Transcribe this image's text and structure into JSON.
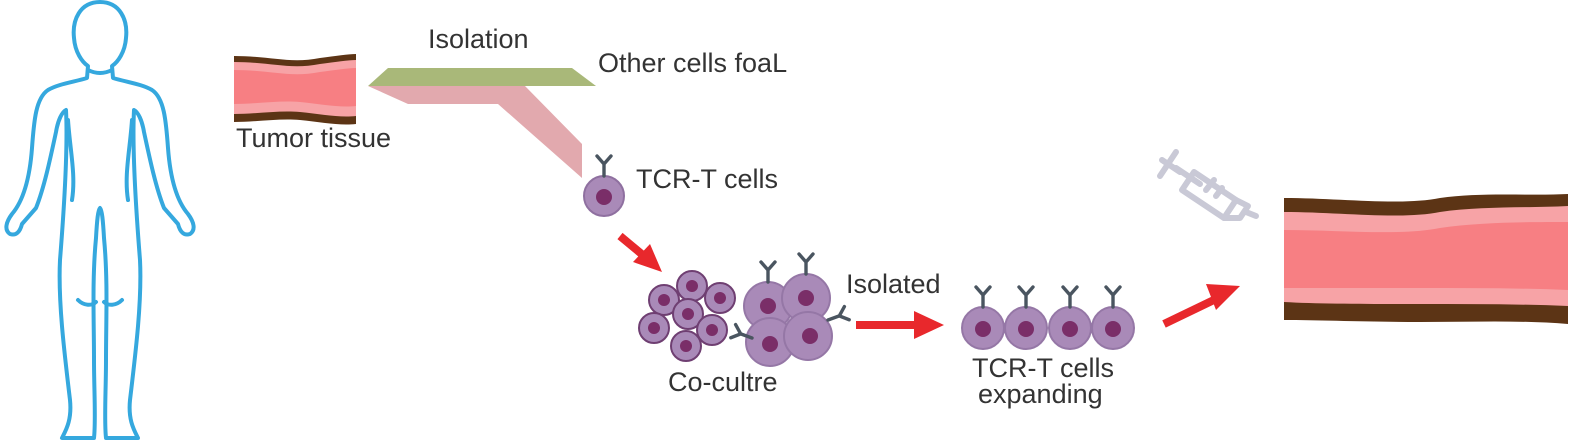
{
  "labels": {
    "isolation": "Isolation",
    "other_cells": "Other cells foaL",
    "tumor_tissue": "Tumor tissue",
    "tcr_t_cells": "TCR-T cells",
    "co_culture": "Co-cultre",
    "isolated": "Isolated",
    "expanding_line1": "TCR-T cells",
    "expanding_line2": "expanding"
  },
  "icons": [
    "human-body-outline-icon",
    "syringe-icon"
  ],
  "colors": {
    "body_outline": "#35a8de",
    "tissue_dark": "#5c3415",
    "tissue_light": "#f7a3a6",
    "tissue_core": "#f77f83",
    "other_cells_bar": "#a9b879",
    "tcr_bar": "#e2a9ae",
    "cell_fill": "#a98ab8",
    "cell_nucleus": "#7a2e68",
    "receptor": "#4a5560",
    "arrow": "#e8282c",
    "syringe": "#c9c9d6"
  }
}
